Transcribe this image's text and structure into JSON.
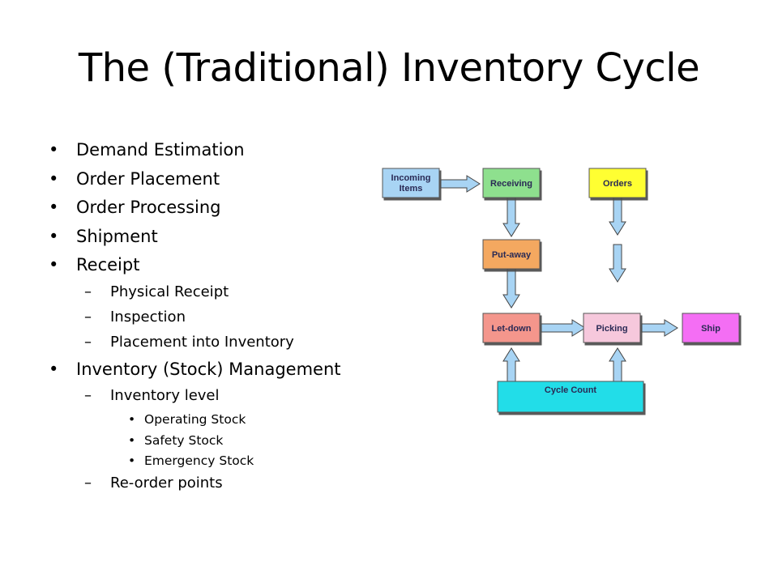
{
  "slide": {
    "title": "The (Traditional) Inventory Cycle",
    "bullets": [
      {
        "text": "Demand Estimation"
      },
      {
        "text": "Order Placement"
      },
      {
        "text": "Order Processing"
      },
      {
        "text": "Shipment"
      },
      {
        "text": "Receipt",
        "children": [
          {
            "text": "Physical Receipt"
          },
          {
            "text": "Inspection"
          },
          {
            "text": "Placement into Inventory"
          }
        ]
      },
      {
        "text": "Inventory (Stock) Management",
        "children": [
          {
            "text": "Inventory level",
            "children": [
              {
                "text": "Operating Stock"
              },
              {
                "text": "Safety Stock"
              },
              {
                "text": "Emergency Stock"
              }
            ]
          },
          {
            "text": "Re-order points"
          }
        ]
      }
    ]
  },
  "diagram": {
    "boxes": {
      "incoming": {
        "line1": "Incoming",
        "line2": "Items",
        "color": "#a8d4f4"
      },
      "receiving": {
        "label": "Receiving",
        "color": "#8ee08e"
      },
      "orders": {
        "label": "Orders",
        "color": "#ffff33"
      },
      "putaway": {
        "label": "Put-away",
        "color": "#f4a860"
      },
      "letdown": {
        "label": "Let-down",
        "color": "#f4968c"
      },
      "picking": {
        "label": "Picking",
        "color": "#f6c8dc"
      },
      "ship": {
        "label": "Ship",
        "color": "#f46ef4"
      },
      "cyclecount": {
        "label": "Cycle Count",
        "color": "#22dde8"
      }
    },
    "arrow_color": "#a8d4f4"
  }
}
